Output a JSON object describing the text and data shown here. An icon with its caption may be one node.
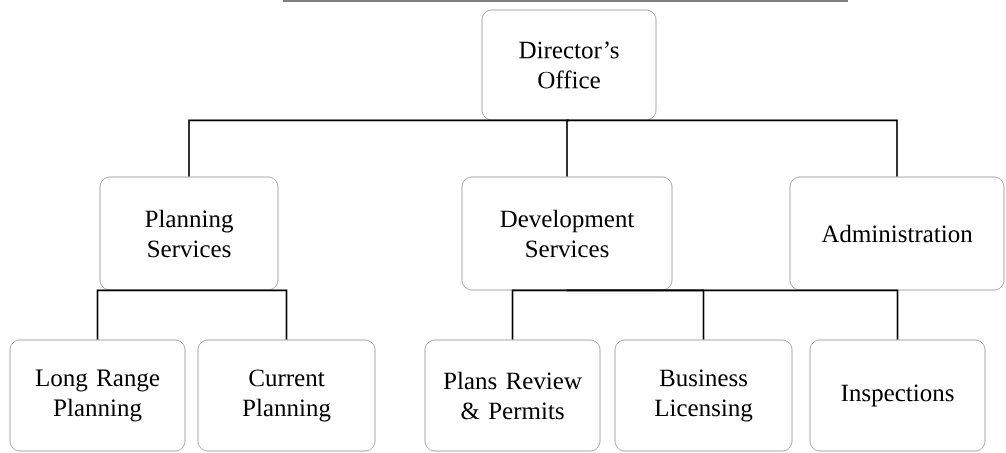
{
  "diagram": {
    "nodes": [
      {
        "text": [
          "Director’s Office"
        ]
      },
      {
        "text": [
          "Planning Services"
        ]
      },
      {
        "text": [
          "Development Services"
        ]
      },
      {
        "text": [
          "Administration"
        ]
      },
      {
        "text": [
          "Long Range Planning"
        ]
      },
      {
        "text": [
          "Current Planning"
        ]
      },
      {
        "text": [
          "Plans Review & Permits"
        ]
      },
      {
        "text": [
          "Business Licensing"
        ]
      },
      {
        "text": [
          "Inspections"
        ]
      }
    ],
    "edges": [
      {
        "from": 0,
        "to": 1,
        "arrow": "none"
      },
      {
        "from": 0,
        "to": 2,
        "arrow": "none"
      },
      {
        "from": 0,
        "to": 3,
        "arrow": "none"
      },
      {
        "from": 1,
        "to": 4,
        "arrow": "none"
      },
      {
        "from": 1,
        "to": 5,
        "arrow": "none"
      },
      {
        "from": 2,
        "to": 6,
        "arrow": "none"
      },
      {
        "from": 2,
        "to": 7,
        "arrow": "none"
      },
      {
        "from": 2,
        "to": 8,
        "arrow": "none"
      }
    ]
  }
}
